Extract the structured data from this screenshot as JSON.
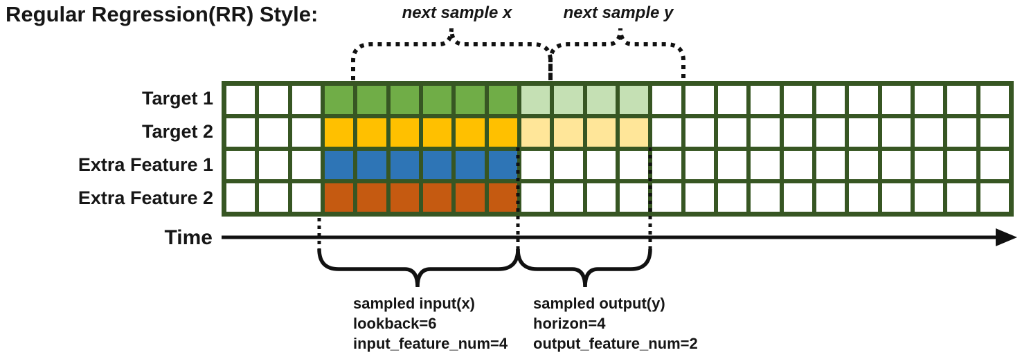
{
  "title": "Regular Regression(RR) Style:",
  "annotations": {
    "next_sample_x": "next sample x",
    "next_sample_y": "next sample y",
    "time_label": "Time",
    "input_lines": [
      "sampled input(x)",
      "lookback=6",
      "input_feature_num=4"
    ],
    "output_lines": [
      "sampled output(y)",
      "horizon=4",
      "output_feature_num=2"
    ]
  },
  "grid": {
    "total_steps": 24,
    "leading_blank_steps": 3,
    "lookback": 6,
    "horizon": 4,
    "rows": [
      {
        "label": "Target 1",
        "lookback_fill": "#70AD47",
        "horizon_fill": "#C5E0B4",
        "is_target": true
      },
      {
        "label": "Target 2",
        "lookback_fill": "#FFC000",
        "horizon_fill": "#FFE699",
        "is_target": true
      },
      {
        "label": "Extra Feature 1",
        "lookback_fill": "#2E75B6",
        "horizon_fill": "#FFFFFF",
        "is_target": false
      },
      {
        "label": "Extra Feature 2",
        "lookback_fill": "#C55A11",
        "horizon_fill": "#FFFFFF",
        "is_target": false
      }
    ]
  },
  "colors": {
    "grid_border": "#375623",
    "empty_cell": "#FFFFFF",
    "stroke": "#111111",
    "target1": "#70AD47",
    "target1_light": "#C5E0B4",
    "target2": "#FFC000",
    "target2_light": "#FFE699",
    "extra_feature1": "#2E75B6",
    "extra_feature2": "#C55A11"
  }
}
